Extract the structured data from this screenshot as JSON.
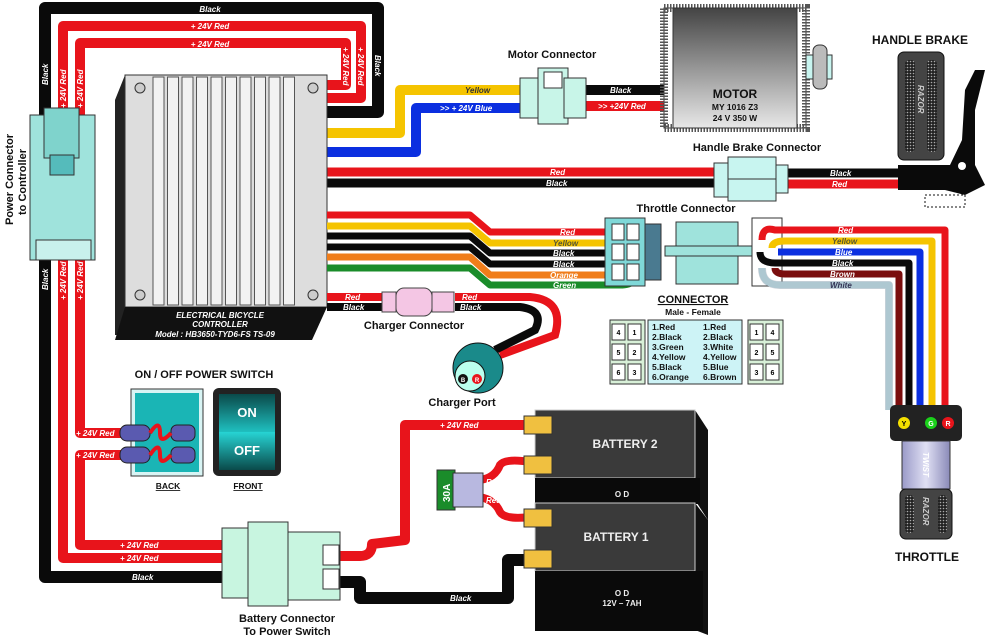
{
  "colors": {
    "red": "#e8141b",
    "black": "#0a0a0a",
    "yellow": "#f5c400",
    "blue": "#0b2fe0",
    "orange": "#f07d1a",
    "green": "#1a8c2a",
    "brown": "#7a0e0e",
    "white": "#cdeef0",
    "connector": "#9fe3dc",
    "battery": "#3a3a3a"
  },
  "labels": {
    "power_connector": [
      "Power Connector",
      "to Controller"
    ],
    "controller": [
      "ELECTRICAL BICYCLE",
      "CONTROLLER",
      "Model : HB3650-TYD6-FS TS-09"
    ],
    "motor_connector": "Motor Connector",
    "motor": [
      "MOTOR",
      "MY 1016 Z3",
      "24 V 350 W"
    ],
    "handle_brake": "HANDLE BRAKE",
    "handle_brake_connector": "Handle Brake Connector",
    "throttle_connector": "Throttle Connector",
    "charger_connector": "Charger Connector",
    "charger_port": "Charger Port",
    "charger_port_pins": [
      "B",
      "R"
    ],
    "switch_title": "ON / OFF POWER SWITCH",
    "switch_on": "ON",
    "switch_off": "OFF",
    "switch_back": "BACK",
    "switch_front": "FRONT",
    "battery2": "BATTERY 2",
    "battery1": "BATTERY 1",
    "battery2_brand": "O D",
    "battery1_brand": "O D",
    "battery_spec": "12V – 7AH",
    "fuse": "30A",
    "battery_connector": [
      "Battery Connector",
      "To Power Switch"
    ],
    "throttle": "THROTTLE",
    "throttle_twist": "TWIST",
    "grip_brand": "RAZOR",
    "throttle_leds": [
      "Y",
      "G",
      "R"
    ]
  },
  "wire_labels": {
    "black": "Black",
    "plus24_red": "+ 24V Red",
    "yellow": "Yellow",
    "blue_24v": ">> + 24V Blue",
    "motor_black": "Black",
    "motor_red": ">> +24V Red",
    "red": "Red",
    "orange": "Orange",
    "green": "Green",
    "blue": "Blue",
    "brown": "Brown",
    "white": "White"
  },
  "connector_table": {
    "title": "CONNECTOR",
    "subtitle": "Male  -  Female",
    "male": [
      "1.Red",
      "2.Black",
      "3.Green",
      "4.Yellow",
      "5.Black",
      "6.Orange"
    ],
    "female": [
      "1.Red",
      "2.Black",
      "3.White",
      "4.Yellow",
      "5.Blue",
      "6.Brown"
    ],
    "left_pins": [
      "4",
      "1",
      "5",
      "2",
      "6",
      "3"
    ],
    "right_pins": [
      "1",
      "4",
      "2",
      "5",
      "3",
      "6"
    ]
  }
}
